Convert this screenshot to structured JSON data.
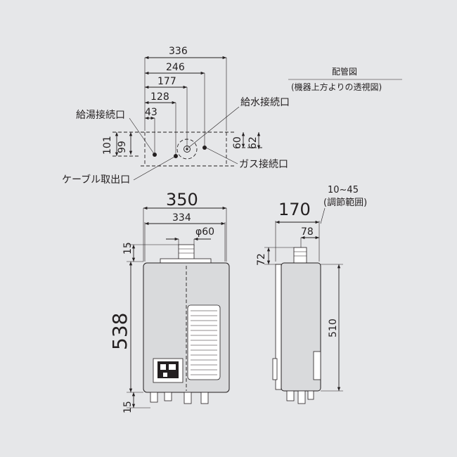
{
  "piping_view": {
    "title": "配管図",
    "subtitle": "(機器上方よりの透視図)",
    "dims_top": [
      "336",
      "246",
      "177",
      "128",
      "43"
    ],
    "dims_left": [
      "101",
      "99"
    ],
    "dims_right": [
      "60",
      "62"
    ],
    "labels": {
      "hot_water": "給湯接続口",
      "water_supply": "給水接続口",
      "gas": "ガス接続口",
      "cable": "ケーブル取出口"
    }
  },
  "front_view": {
    "width": "350",
    "inner_width": "334",
    "pipe_diameter": "φ60",
    "height": "538",
    "top_margin": "15",
    "bottom_margin": "15"
  },
  "side_view": {
    "depth": "170",
    "adjust": "10~45",
    "adjust_note": "(調節範囲)",
    "pipe_offset": "78",
    "pipe_height": "72",
    "height": "510"
  }
}
